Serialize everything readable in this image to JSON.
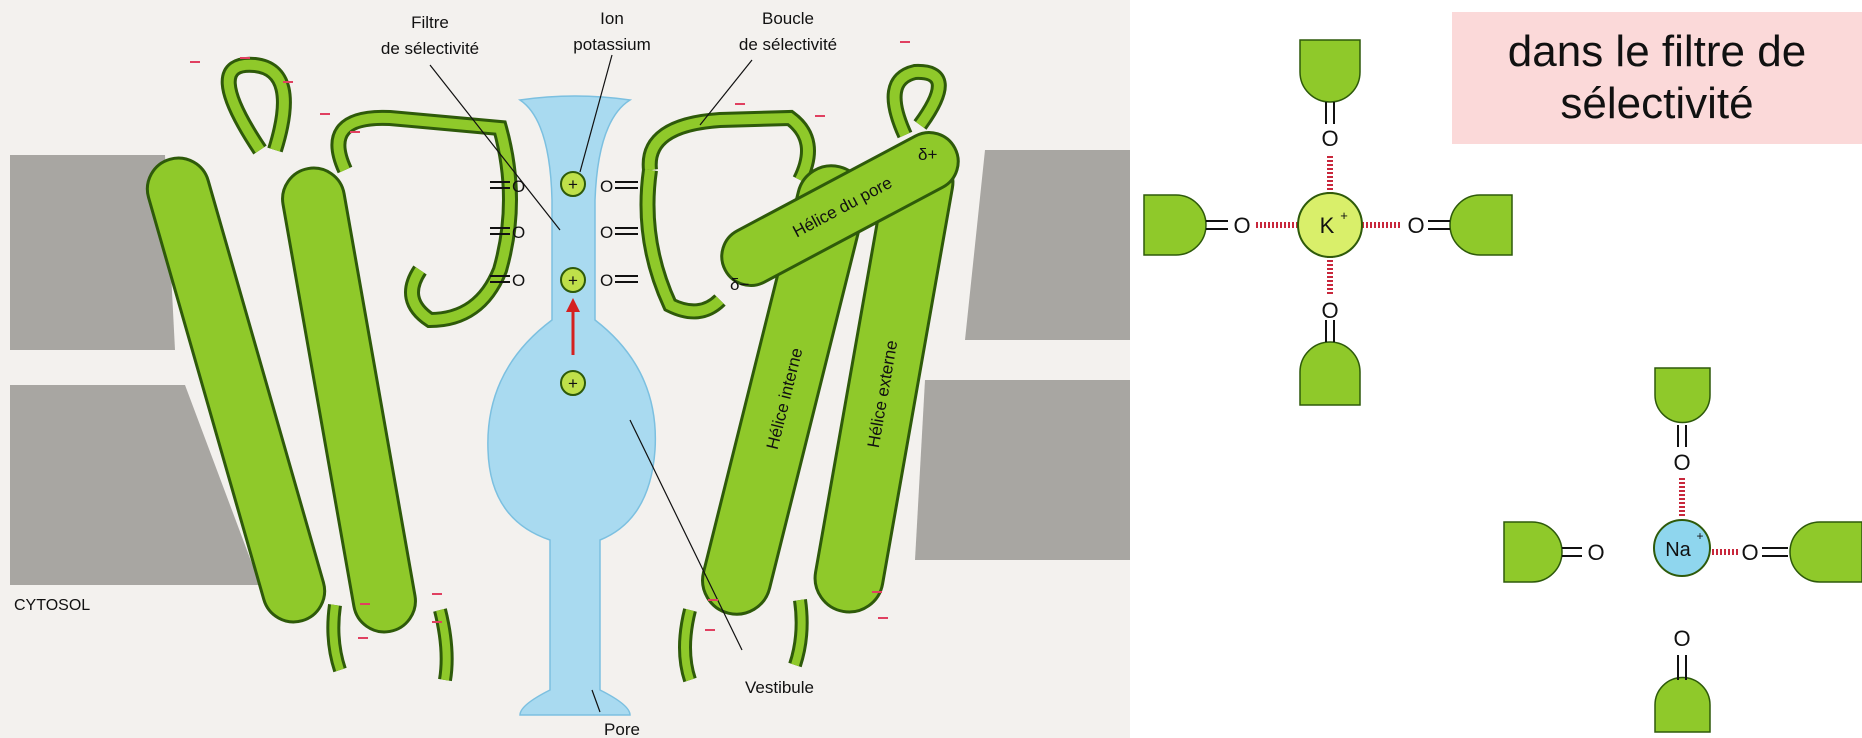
{
  "callout": {
    "text": "dans le filtre de sélectivité"
  },
  "labels": {
    "filtre": [
      "Filtre",
      "de sélectivité"
    ],
    "ion": [
      "Ion",
      "potassium"
    ],
    "boucle": [
      "Boucle",
      "de sélectivité"
    ],
    "cytosol": "CYTOSOL",
    "vestibule": "Vestibule",
    "pore": "Pore",
    "helice_pore": "Hélice du pore",
    "helice_interne": "Hélice interne",
    "helice_externe": "Hélice externe",
    "delta_plus": "δ+",
    "delta_minus": "δ−"
  },
  "chem": {
    "oxygen": "O",
    "potassium": "K",
    "sodium": "Na",
    "charge": "+",
    "minus": "−"
  },
  "colors": {
    "green": "#8fc92a",
    "greenDark": "#2e5a0a",
    "blue": "#a9daf0",
    "red": "#c8283c",
    "pink": "#fbd9d9"
  }
}
